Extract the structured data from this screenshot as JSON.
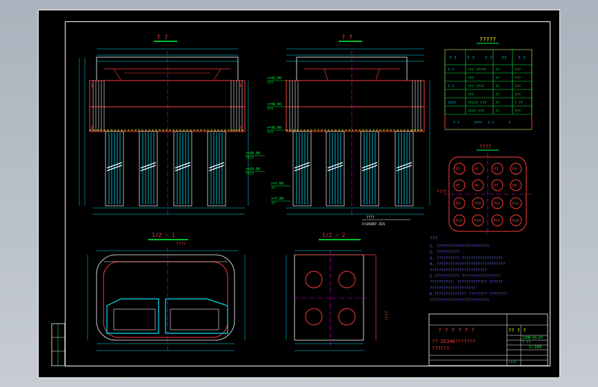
{
  "viewport": {
    "background": "#b8bfc9",
    "canvas_background": "#000000"
  },
  "colors": {
    "frame": "#ffffff",
    "red": "#ff3b3b",
    "cyan": "#00e5ff",
    "yellow": "#ffff00",
    "green": "#00ff3c",
    "magenta": "#ff00ff"
  },
  "views": {
    "front_title": "? ?",
    "side_title": "? ?",
    "half_section_1": "1/2 — 1",
    "half_section_2": "1/2 — 2",
    "plan_title": "????",
    "plan_side_label": "????",
    "section2_side_label": "????",
    "axis_label": "??",
    "dim_top_left": "????",
    "dim_top_right": "????"
  },
  "elevations": [
    {
      "value": "▽=42.00",
      "sub": "???"
    },
    {
      "value": "▽=38.00",
      "sub": "???"
    },
    {
      "value": "▽=36.00",
      "sub": "???"
    },
    {
      "value": "▽=30.80",
      "sub": "????"
    },
    {
      "value": "▽=10.80",
      "sub": "????"
    },
    {
      "value": "▽=7.00",
      "sub": "??"
    },
    {
      "value": "▽=7.00",
      "sub": "??"
    }
  ],
  "side_bottom_note": {
    "line1": "????",
    "line2": "C=24287.315"
  },
  "table": {
    "title": "?????",
    "header": [
      "? ?",
      "? ?",
      "? ?",
      "??",
      "? ?"
    ],
    "rows": [
      [
        "? ?",
        "??? ?????",
        "??",
        "???"
      ],
      [
        "",
        "???",
        "??",
        "???"
      ],
      [
        "? ?",
        "??? ????",
        "??",
        "???"
      ],
      [
        "",
        "???",
        "??",
        "???"
      ],
      [
        "????",
        "????? ???",
        "??",
        "? ??"
      ],
      [
        "",
        "???? ???",
        "??",
        "???"
      ]
    ],
    "footer": [
      "? ?",
      "????",
      "? ?",
      "?"
    ]
  },
  "piles": [
    "P1",
    "P2",
    "P3",
    "P4",
    "P5",
    "P6",
    "P7",
    "P8",
    "P9",
    "P10",
    "P11",
    "P12",
    "P13",
    "P14",
    "P15",
    "P16"
  ],
  "notes": {
    "title": "???",
    "lines": [
      "1. ???????????????????????",
      "2. ?????????? .",
      "3. ?????????? ??????????????????",
      "4. ??????????????????????????????",
      "   ?????????????????????????",
      "5.??????????? ?????????????????",
      "   ??????????. ????????????? ??????",
      "   ????????????????????",
      "6.?????????????? ???????? ????????",
      "   ??????????????????????????"
    ]
  },
  "title_block": {
    "company": "? ? ? ? ? ?",
    "drawing_name_1": "?? ZX348???????",
    "drawing_name_2": "??????",
    "col_label": "?? ? ?",
    "drawing_no": "ZJHB-04-07",
    "scale_label": "? ??",
    "scale": "1:100",
    "sheet": "????"
  }
}
